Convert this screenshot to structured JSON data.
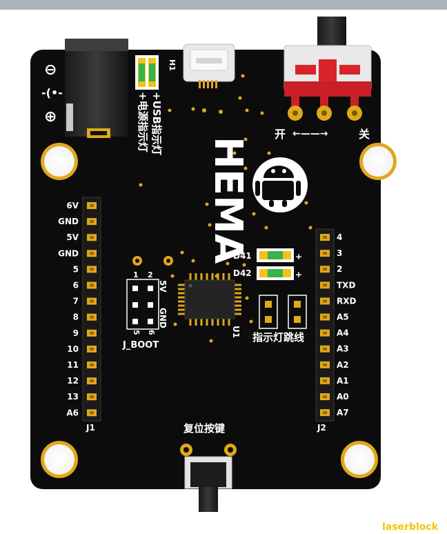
{
  "board": {
    "brand": "HEMA",
    "credit": "laserblock",
    "colors": {
      "pcb": "#0c0c0c",
      "gold": "#e0a91a",
      "silk": "#ffffff",
      "switch_red": "#d9242b",
      "led_green": "#36b34a",
      "led_yellow": "#f2c21b",
      "credit_yellow": "#f5c400"
    }
  },
  "power": {
    "polarity_minus": "⊖",
    "polarity_dc": "-(•-",
    "polarity_plus": "⊕",
    "h1_label": "H1",
    "usb_led_label": "+USB指示灯",
    "power_led_label": "+电源指示灯"
  },
  "switch": {
    "on_label": "开",
    "off_label": "关",
    "arrow": "←——→"
  },
  "header_j1": {
    "name": "J1",
    "pins": [
      "6V",
      "GND",
      "5V",
      "GND",
      "5",
      "6",
      "7",
      "8",
      "9",
      "10",
      "11",
      "12",
      "13",
      "A6"
    ]
  },
  "header_j2": {
    "name": "J2",
    "pins": [
      "4",
      "3",
      "2",
      "TXD",
      "RXD",
      "A5",
      "A4",
      "A3",
      "A2",
      "A1",
      "A0",
      "A7"
    ]
  },
  "boot": {
    "name": "J_BOOT",
    "num_1": "1",
    "num_2": "2",
    "num_5": "5",
    "num_6": "6",
    "v5": "5V",
    "gnd": "GND"
  },
  "mcu": {
    "name": "U1"
  },
  "leds": {
    "d41": "D41",
    "d42": "D42",
    "plus": "+",
    "jumper_label": "指示灯跳线"
  },
  "reset": {
    "label": "复位按键"
  }
}
